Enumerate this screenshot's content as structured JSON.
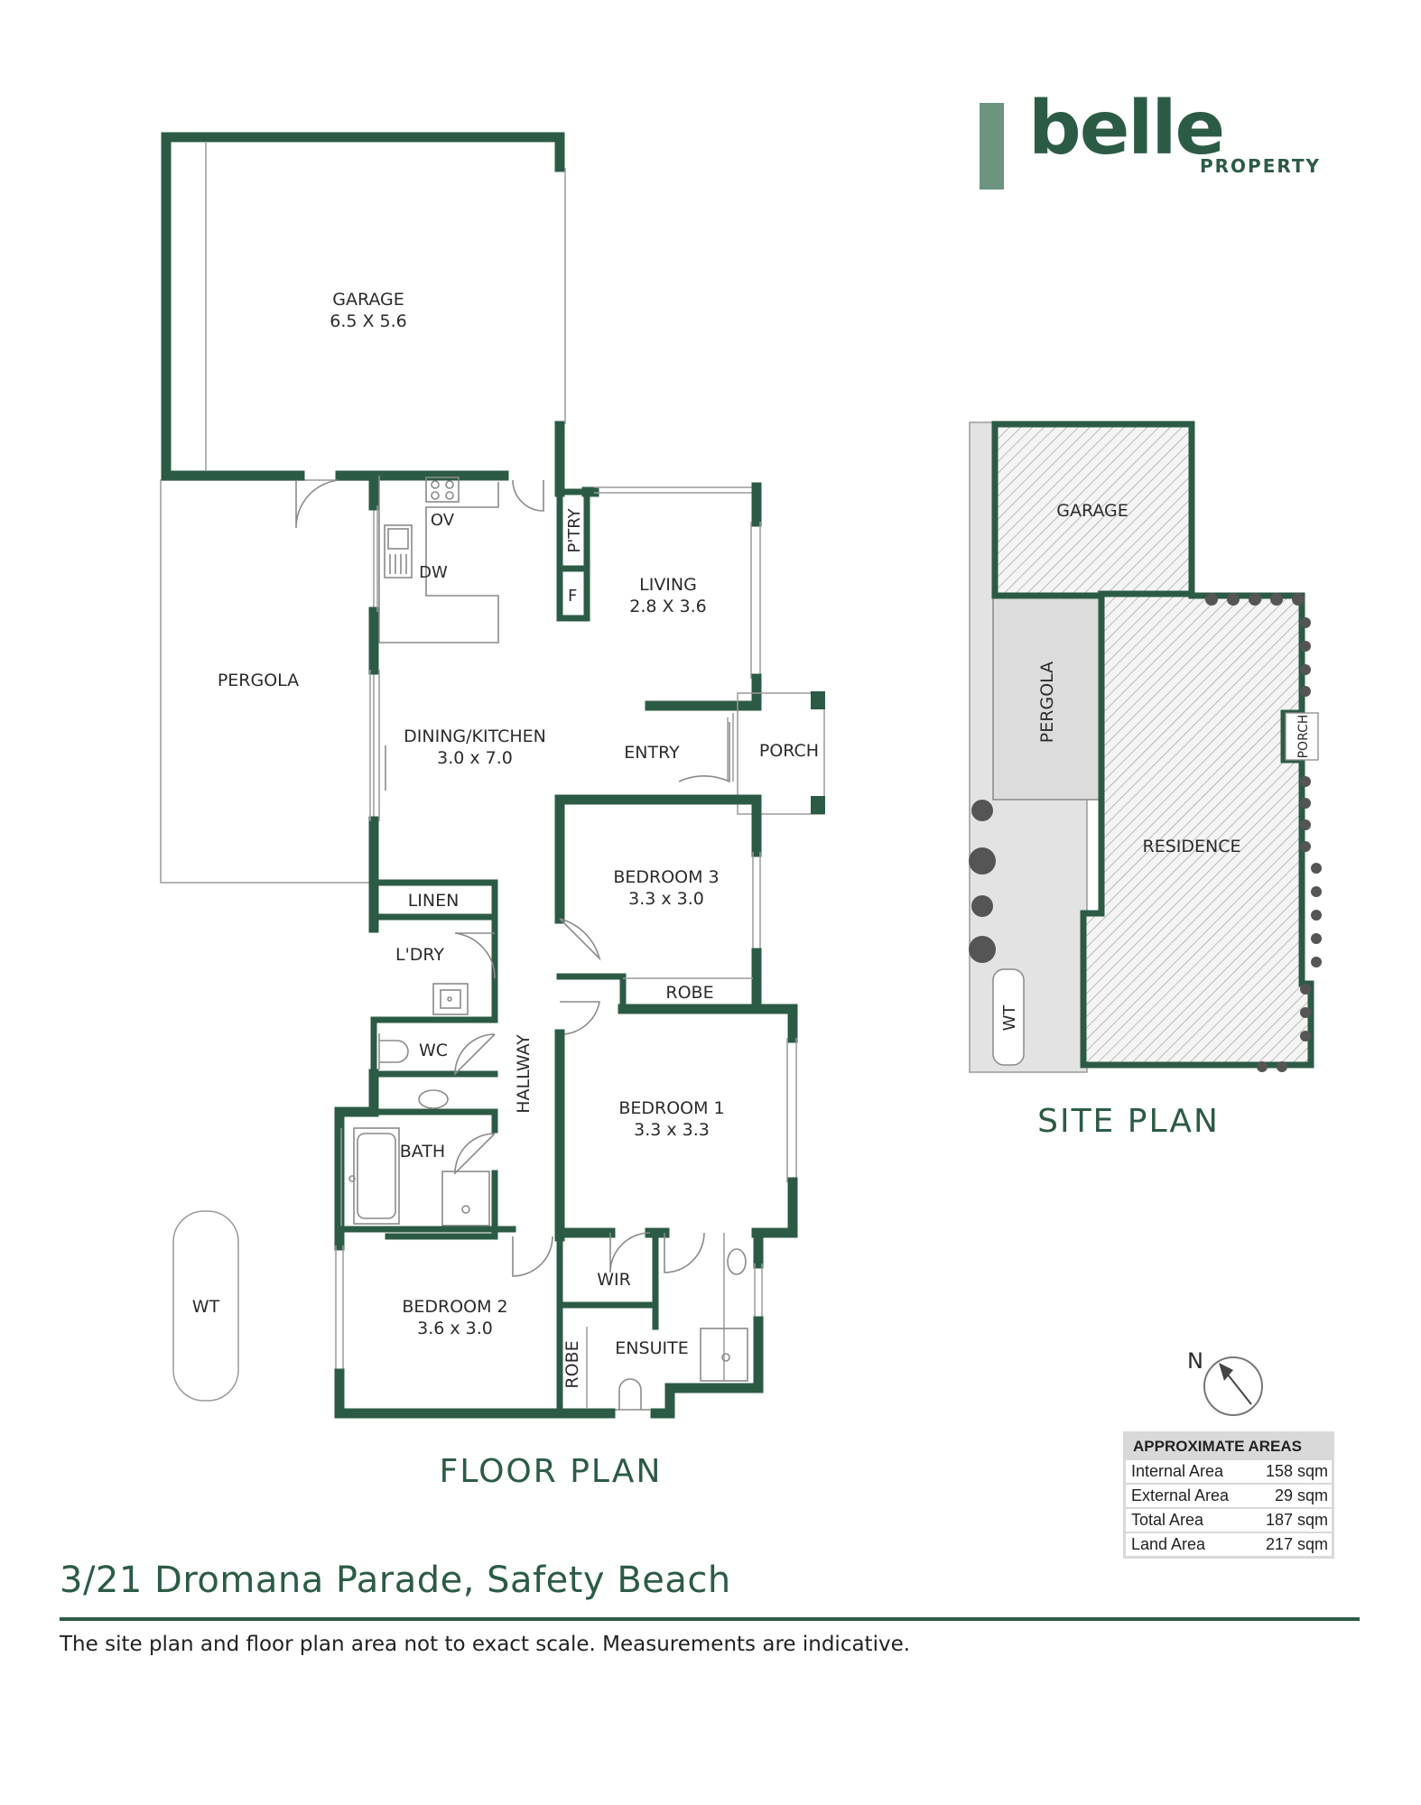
{
  "brand": {
    "name": "belle",
    "sub": "PROPERTY"
  },
  "floor_plan": {
    "title": "FLOOR PLAN",
    "rooms": {
      "garage": {
        "name": "GARAGE",
        "dims": "6.5 X 5.6"
      },
      "pergola": {
        "name": "PERGOLA"
      },
      "living": {
        "name": "LIVING",
        "dims": "2.8 X 3.6"
      },
      "dining_kitchen": {
        "name": "DINING/KITCHEN",
        "dims": "3.0 x 7.0"
      },
      "entry": {
        "name": "ENTRY"
      },
      "porch": {
        "name": "PORCH"
      },
      "pantry": {
        "name": "P'TRY"
      },
      "fridge": {
        "name": "F"
      },
      "oven": {
        "name": "OV"
      },
      "dishwasher": {
        "name": "DW"
      },
      "bedroom3": {
        "name": "BEDROOM 3",
        "dims": "3.3 x 3.0"
      },
      "robe3": {
        "name": "ROBE"
      },
      "linen": {
        "name": "LINEN"
      },
      "laundry": {
        "name": "L'DRY"
      },
      "wc": {
        "name": "WC"
      },
      "hallway": {
        "name": "HALLWAY"
      },
      "bedroom1": {
        "name": "BEDROOM 1",
        "dims": "3.3 x 3.3"
      },
      "bath": {
        "name": "BATH"
      },
      "wir": {
        "name": "WIR"
      },
      "ensuite": {
        "name": "ENSUITE"
      },
      "bedroom2": {
        "name": "BEDROOM 2",
        "dims": "3.6 x 3.0"
      },
      "robe2": {
        "name": "ROBE"
      },
      "water_tank": {
        "name": "WT"
      }
    }
  },
  "site_plan": {
    "title": "SITE PLAN",
    "labels": {
      "garage": "GARAGE",
      "pergola": "PERGOLA",
      "residence": "RESIDENCE",
      "porch": "PORCH",
      "water_tank": "WT"
    }
  },
  "north": "N",
  "areas": {
    "heading": "APPROXIMATE AREAS",
    "rows": [
      {
        "label": "Internal Area",
        "value": "158 sqm"
      },
      {
        "label": "External Area",
        "value": "29 sqm"
      },
      {
        "label": "Total Area",
        "value": "187 sqm"
      },
      {
        "label": "Land Area",
        "value": "217 sqm"
      }
    ]
  },
  "address": "3/21 Dromana Parade, Safety Beach",
  "disclaimer": "The site plan and floor plan area not to exact  scale. Measurements are indicative.",
  "colors": {
    "wall": "#2c5b45",
    "accent": "#6d9481",
    "site_ground": "#e3e3e3"
  }
}
